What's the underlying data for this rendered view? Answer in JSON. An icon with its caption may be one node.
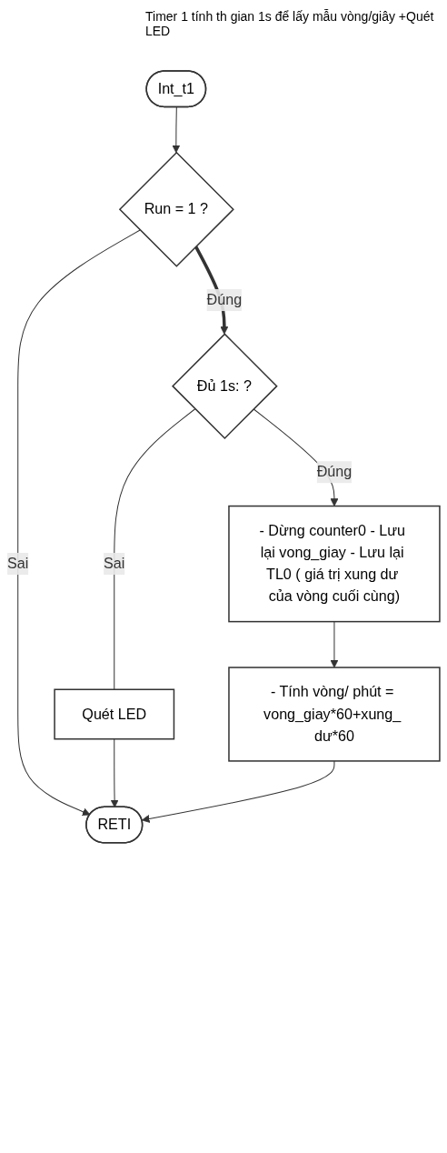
{
  "diagram": {
    "nodes": [
      {
        "text": [
          "Int_t1"
        ],
        "beside": [
          "Timer 1 tính th gian 1s để lấy mẫu vòng/giây +Quét LED"
        ]
      },
      {
        "text": [
          "Run = 1 ?"
        ]
      },
      {
        "text": [
          "Đủ 1s: ?"
        ]
      },
      {
        "text": [
          "Quét LED"
        ]
      },
      {
        "text": [
          "- Dừng counter0 - Lưu lại vong_giay - Lưu lại TL0 ( giá trị xung dư của vòng cuối cùng)"
        ]
      },
      {
        "text": [
          "- Tính vòng/ phút = vong_giay*60+xung_ dư*60"
        ]
      },
      {
        "text": [
          "RETI"
        ]
      }
    ],
    "edges": [
      {
        "from": 0,
        "to": 1,
        "arrow": "to"
      },
      {
        "from": 1,
        "to": 2,
        "label": "Đúng",
        "arrow": "to",
        "style": "thick"
      },
      {
        "from": 1,
        "to": 6,
        "label": "Sai",
        "arrow": "to"
      },
      {
        "from": 2,
        "to": 3,
        "label": "Sai",
        "arrow": "none"
      },
      {
        "from": 2,
        "to": 4,
        "label": "Đúng",
        "arrow": "to"
      },
      {
        "from": 3,
        "to": 6,
        "arrow": "to"
      },
      {
        "from": 4,
        "to": 5,
        "arrow": "to"
      },
      {
        "from": 5,
        "to": 6,
        "arrow": "to"
      }
    ]
  }
}
